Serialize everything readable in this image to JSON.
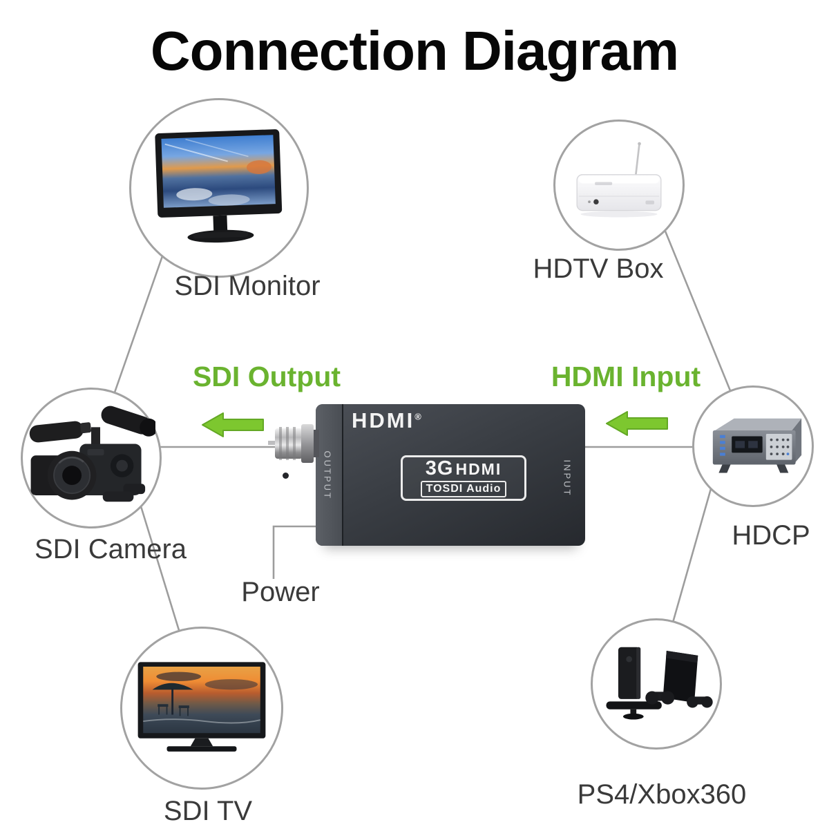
{
  "title": "Connection Diagram",
  "nodes": {
    "monitor": {
      "label": "SDI Monitor",
      "icon": "monitor-icon"
    },
    "hdtv": {
      "label": "HDTV Box",
      "icon": "set-top-box-icon"
    },
    "camera": {
      "label": "SDI Camera",
      "icon": "video-camera-icon"
    },
    "hdcp": {
      "label": "HDCP",
      "icon": "test-instrument-icon"
    },
    "tv": {
      "label": "SDI TV",
      "icon": "television-icon"
    },
    "consoles": {
      "label": "PS4/Xbox360",
      "icon": "game-consoles-icon"
    }
  },
  "flow_labels": {
    "sdi_output": "SDI Output",
    "hdmi_input": "HDMI Input",
    "power": "Power"
  },
  "converter": {
    "brand": "HDMI",
    "brand_mark": "®",
    "badge_top_left": "3G",
    "badge_top_right": "HDMI",
    "badge_bottom": "TOSDI Audio",
    "output_port": "OUTPUT",
    "input_port": "INPUT"
  },
  "colors": {
    "label_green": "#6ab32f",
    "arrow_green": "#7dc72f",
    "arrow_edge_green": "#63a824",
    "line_gray": "#9d9d9d",
    "converter_body": "#3a3e44",
    "label_gray": "#3a3a3a"
  }
}
